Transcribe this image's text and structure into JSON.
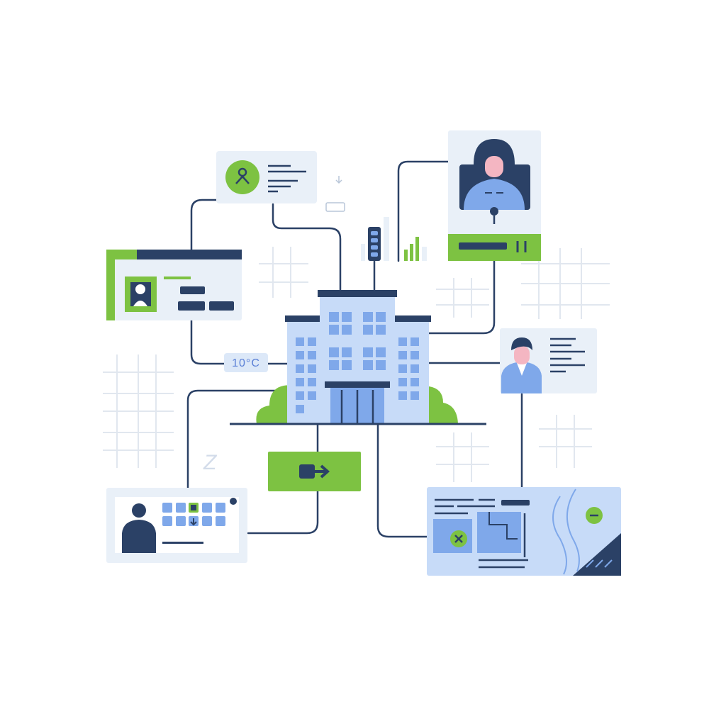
{
  "colors": {
    "navy": "#2b4166",
    "blue": "#7fa8ea",
    "light_blue": "#c7dbf8",
    "pale": "#e9f0f8",
    "green": "#7dc242",
    "grid": "#dde4ee"
  },
  "hub": {
    "temperature_label": "10°C",
    "exit_icon": "exit-arrow-icon"
  },
  "cards": [
    {
      "id": "access-badge-card",
      "icon": "user-badge-icon"
    },
    {
      "id": "id-card",
      "icon": "person-photo-icon"
    },
    {
      "id": "profile-woman-card",
      "icon": "woman-avatar-icon"
    },
    {
      "id": "profile-man-card",
      "icon": "man-avatar-icon"
    },
    {
      "id": "schedule-card",
      "icon": "person-silhouette-icon"
    },
    {
      "id": "floor-map-card",
      "icon": "map-icon"
    }
  ],
  "decor": {
    "sleep_glyph": "Z"
  }
}
